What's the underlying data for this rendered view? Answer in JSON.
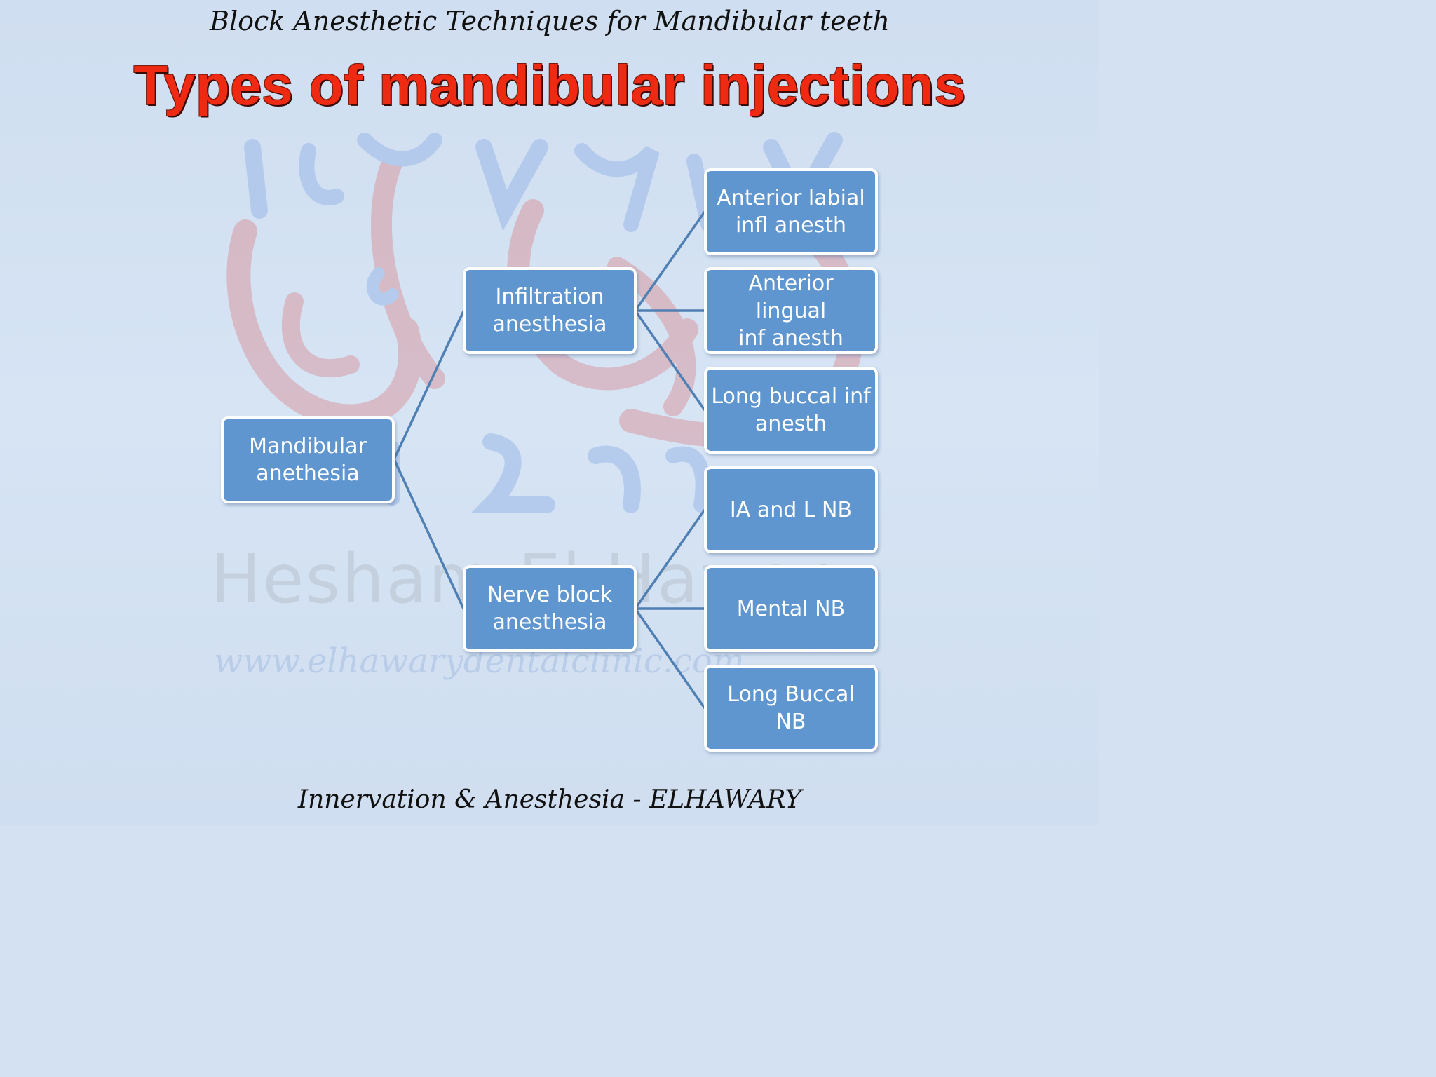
{
  "header": {
    "subtitle": "Block Anesthetic Techniques for Mandibular teeth",
    "title": "Types of mandibular injections"
  },
  "watermark": {
    "name": "Hesham El Hawary",
    "url": "www.elhawarydentalclinic.com"
  },
  "diagram": {
    "root": "Mandibular\nanethesia",
    "branches": [
      {
        "label": "Infiltration\nanesthesia",
        "children": [
          "Anterior labial\ninfl anesth",
          "Anterior lingual\ninf anesth",
          "Long buccal inf\nanesth"
        ]
      },
      {
        "label": "Nerve block\nanesthesia",
        "children": [
          "IA and L NB",
          "Mental NB",
          "Long Buccal NB"
        ]
      }
    ]
  },
  "footer": {
    "text": "Innervation & Anesthesia - ELHAWARY"
  },
  "colors": {
    "background": "#d3e1f2",
    "node_fill": "#6096cf",
    "node_border": "#ffffff",
    "connector": "#4f7fb3",
    "title": "#ee2a12"
  }
}
